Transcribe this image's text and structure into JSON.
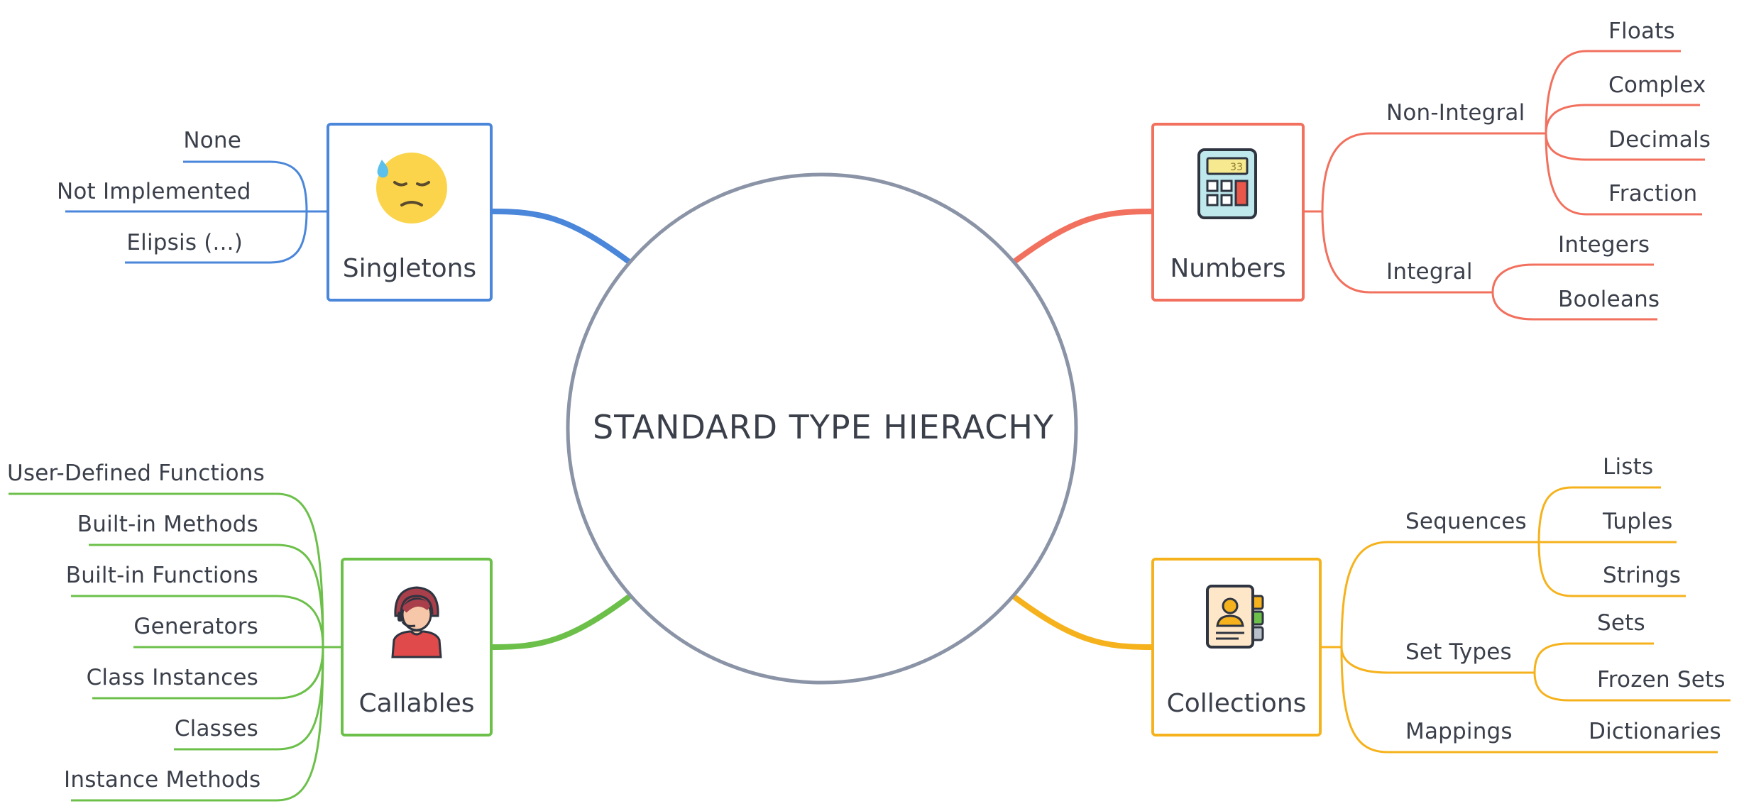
{
  "title": "STANDARD TYPE HIERACHY",
  "colors": {
    "center": "#8a94a6",
    "singletons": "#4a86d9",
    "numbers": "#f2705e",
    "callables": "#6cc04a",
    "collections": "#f5b21c",
    "text": "#3a3f4a"
  },
  "branches": {
    "singletons": {
      "label": "Singletons",
      "icon": "sweating-face-icon",
      "items": [
        "None",
        "Not Implemented",
        "Elipsis (...)"
      ]
    },
    "numbers": {
      "label": "Numbers",
      "icon": "calculator-icon",
      "calculator_display": "33",
      "groups": [
        {
          "label": "Non-Integral",
          "items": [
            "Floats",
            "Complex",
            "Decimals",
            "Fraction"
          ]
        },
        {
          "label": "Integral",
          "items": [
            "Integers",
            "Booleans"
          ]
        }
      ]
    },
    "callables": {
      "label": "Callables",
      "icon": "person-headset-icon",
      "items": [
        "User-Defined Functions",
        "Built-in Methods",
        "Built-in Functions",
        "Generators",
        "Class Instances",
        "Classes",
        "Instance Methods"
      ]
    },
    "collections": {
      "label": "Collections",
      "icon": "contact-card-icon",
      "groups": [
        {
          "label": "Sequences",
          "items": [
            "Lists",
            "Tuples",
            "Strings"
          ]
        },
        {
          "label": "Set Types",
          "items": [
            "Sets",
            "Frozen Sets"
          ]
        },
        {
          "label": "Mappings",
          "items": [
            "Dictionaries"
          ]
        }
      ]
    }
  }
}
